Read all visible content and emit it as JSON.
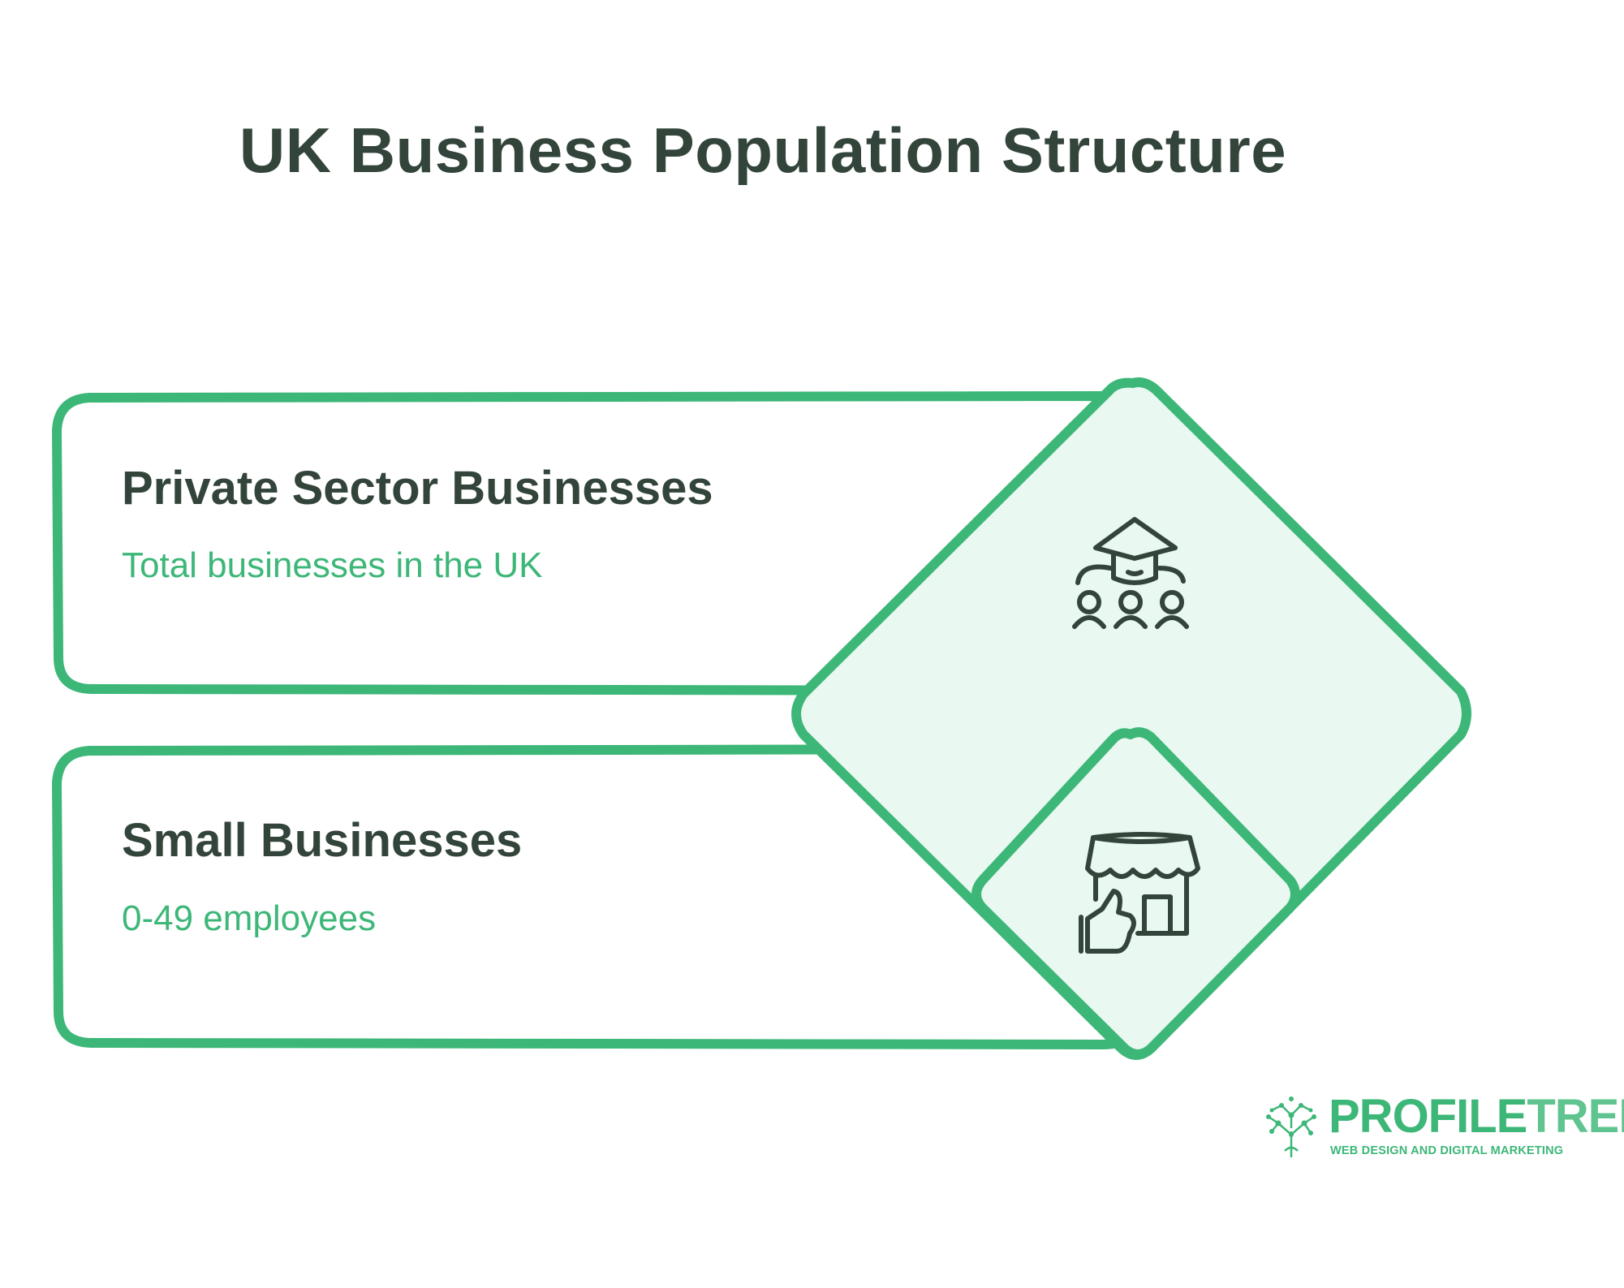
{
  "title": "UK Business Population Structure",
  "colors": {
    "accent": "#3db778",
    "diamond_fill": "#e9f8f0",
    "text_dark": "#33453b",
    "icon_stroke": "#33453b"
  },
  "items": [
    {
      "title": "Private Sector Businesses",
      "subtitle": "Total businesses in the UK",
      "icon": "people-hierarchy-icon"
    },
    {
      "title": "Small Businesses",
      "subtitle": "0-49 employees",
      "icon": "shop-thumbs-up-icon"
    }
  ],
  "logo": {
    "name_part1": "PROFILE",
    "name_part2": "TREE",
    "tagline": "WEB DESIGN AND DIGITAL MARKETING",
    "icon": "tree-network-icon"
  }
}
